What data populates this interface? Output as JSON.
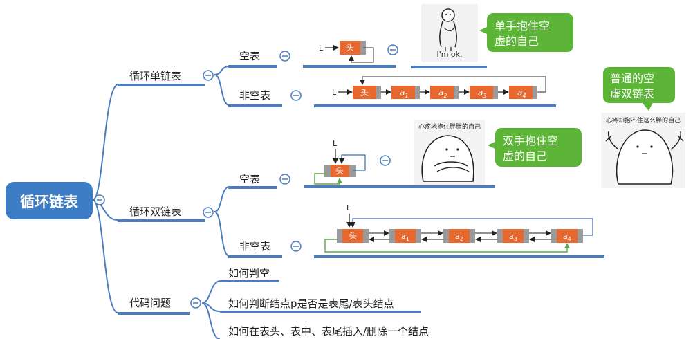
{
  "root": {
    "label": "循环链表"
  },
  "branches": [
    {
      "label": "循环单链表",
      "children": [
        {
          "label": "空表"
        },
        {
          "label": "非空表"
        }
      ]
    },
    {
      "label": "循环双链表",
      "children": [
        {
          "label": "空表"
        },
        {
          "label": "非空表"
        }
      ]
    },
    {
      "label": "代码问题",
      "children": [
        {
          "label": "如何判空"
        },
        {
          "label": "如何判断结点p是否是表尾/表头结点"
        },
        {
          "label": "如何在表头、表中、表尾插入/删除一个结点"
        }
      ]
    }
  ],
  "diagram": {
    "pointer_label": "L",
    "head_label": "头",
    "nodes": [
      "a",
      "a",
      "a",
      "a"
    ],
    "subscripts": [
      "1",
      "2",
      "3",
      "4"
    ]
  },
  "callouts": [
    {
      "lines": [
        "单手抱住空",
        "虚的自己"
      ]
    },
    {
      "lines": [
        "双手抱住空",
        "虚的自己"
      ]
    },
    {
      "lines": [
        "普通的空",
        "虚双链表"
      ]
    }
  ],
  "memes": {
    "im_ok": "I'm ok.",
    "caption_hug": "心疼地抱住胖胖的自己",
    "caption_cant": "心疼却抱不住这么胖的自己"
  },
  "colors": {
    "root_fill": "#3d7dc6",
    "branch_line": "#4a7cc0",
    "node_fill": "#e8692f",
    "node_cap": "#9a9a9a",
    "callout_fill": "#5cb536",
    "green_link": "#5aa84a"
  }
}
